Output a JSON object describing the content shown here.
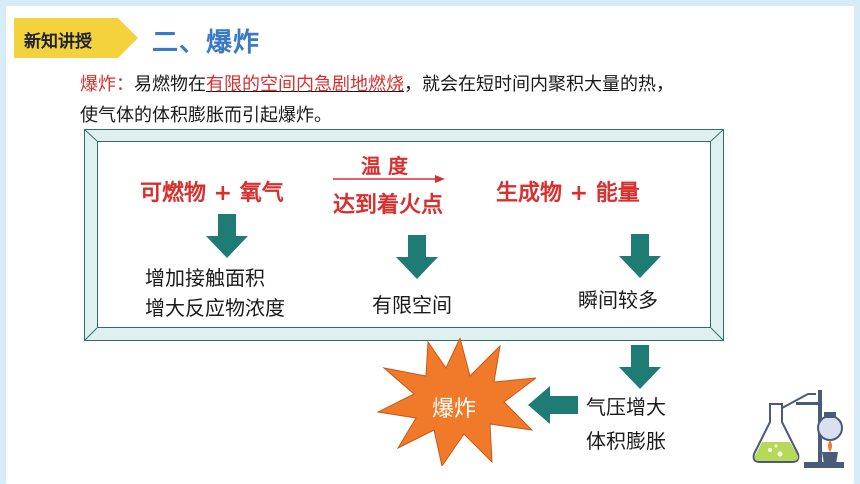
{
  "header": {
    "tag_label": "新知讲授",
    "title": "二、爆炸"
  },
  "definition": {
    "term": "爆炸：",
    "part1": "易燃物在",
    "underlined": "有限的空间内急剧地燃烧",
    "part2": "，就会在短时间内聚积大量的热，",
    "line2": "使气体的体积膨胀而引起爆炸。"
  },
  "flow": {
    "reactants": "可燃物 + 氧气",
    "condition_top": "温  度",
    "condition_bottom": "达到着火点",
    "products": "生成物 + 能量",
    "factor_left_line1": "增加接触面积",
    "factor_left_line2": "增大反应物浓度",
    "factor_mid": "有限空间",
    "factor_right": "瞬间较多",
    "effect_line1": "气压增大",
    "effect_line2": "体积膨胀",
    "result": "爆炸"
  },
  "colors": {
    "accent_red": "#d8302f",
    "arrow_teal": "#1f7c74",
    "title_blue": "#3a79c6",
    "tag_yellow": "#f4d23e",
    "burst_orange": "#f17a2a"
  },
  "icons": [
    "lab-glassware-icon"
  ]
}
